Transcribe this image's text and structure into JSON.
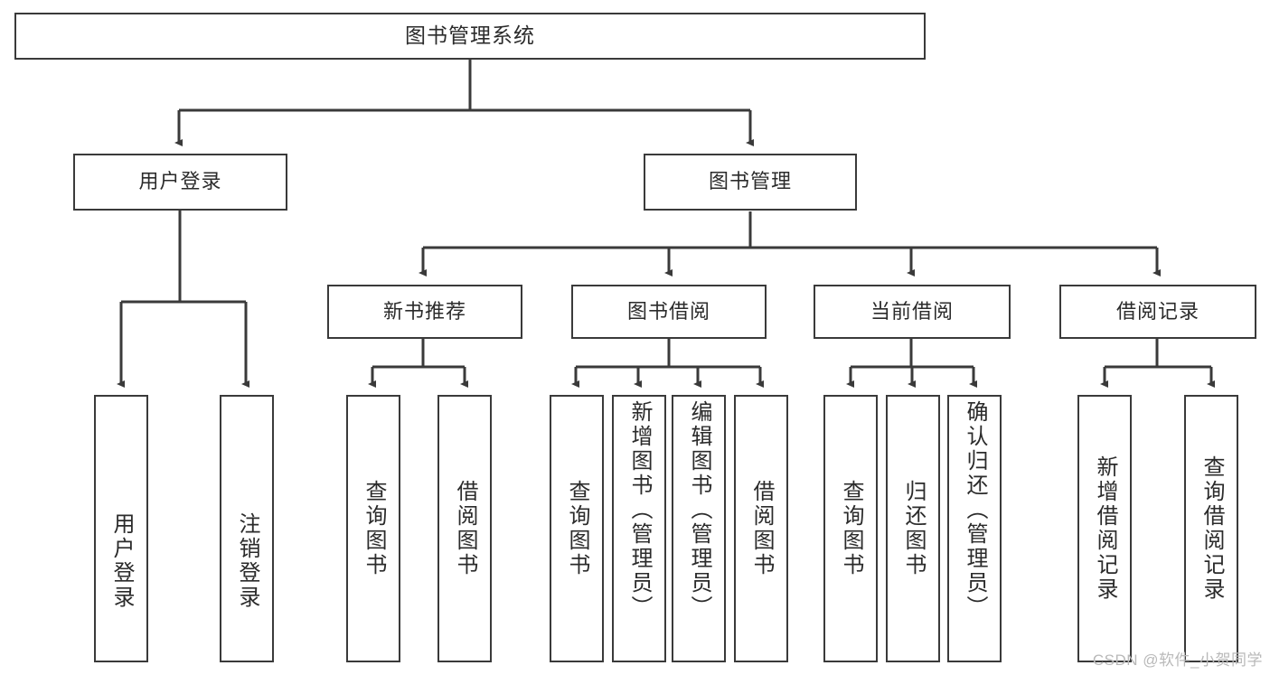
{
  "diagram": {
    "title": "图书管理系统",
    "type": "tree",
    "watermark": "CSDN @软件_小贺同学"
  },
  "nodes": {
    "root": {
      "label": "图书管理系统"
    },
    "level2": [
      {
        "id": "user-login",
        "label": "用户登录"
      },
      {
        "id": "book-manage",
        "label": "图书管理"
      }
    ],
    "level3": [
      {
        "id": "new-book-recommend",
        "label": "新书推荐"
      },
      {
        "id": "book-borrow",
        "label": "图书借阅"
      },
      {
        "id": "current-borrow",
        "label": "当前借阅"
      },
      {
        "id": "borrow-record",
        "label": "借阅记录"
      }
    ],
    "leaves": {
      "user_login": [
        {
          "id": "leaf-user-login",
          "label": "用户登录"
        },
        {
          "id": "leaf-logout-login",
          "label": "注销登录"
        }
      ],
      "new_book_recommend": [
        {
          "id": "leaf-query-book-1",
          "label": "查询图书"
        },
        {
          "id": "leaf-borrow-book-1",
          "label": "借阅图书"
        }
      ],
      "book_borrow": [
        {
          "id": "leaf-query-book-2",
          "label": "查询图书"
        },
        {
          "id": "leaf-add-book",
          "label": "新增图书（管理员）"
        },
        {
          "id": "leaf-edit-book",
          "label": "编辑图书（管理员）"
        },
        {
          "id": "leaf-borrow-book-2",
          "label": "借阅图书"
        }
      ],
      "current_borrow": [
        {
          "id": "leaf-query-book-3",
          "label": "查询图书"
        },
        {
          "id": "leaf-return-book",
          "label": "归还图书"
        },
        {
          "id": "leaf-confirm-return",
          "label": "确认归还（管理员）"
        }
      ],
      "borrow_record": [
        {
          "id": "leaf-add-record",
          "label": "新增借阅记录"
        },
        {
          "id": "leaf-query-record",
          "label": "查询借阅记录"
        }
      ]
    }
  },
  "colors": {
    "stroke": "#3a3a3a",
    "fill": "#ffffff",
    "text": "#2b2b2b",
    "watermark": "#b9b9b9"
  }
}
